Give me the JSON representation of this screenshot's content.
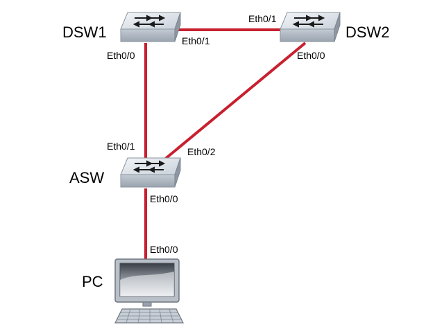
{
  "devices": {
    "dsw1": "DSW1",
    "dsw2": "DSW2",
    "asw": "ASW",
    "pc": "PC"
  },
  "ports": {
    "dsw1_eth0_0": "Eth0/0",
    "dsw1_eth0_1": "Eth0/1",
    "dsw2_eth0_1": "Eth0/1",
    "dsw2_eth0_0": "Eth0/0",
    "asw_eth0_1": "Eth0/1",
    "asw_eth0_2": "Eth0/2",
    "asw_eth0_0": "Eth0/0",
    "pc_eth0_0": "Eth0/0"
  },
  "colors": {
    "link": "#c8202f",
    "switch_top": "#dde3ea",
    "switch_side": "#a9b3be",
    "switch_arrow": "#1a1a1a"
  },
  "icons": {
    "switch": "network-switch-icon",
    "pc": "desktop-pc-icon"
  }
}
